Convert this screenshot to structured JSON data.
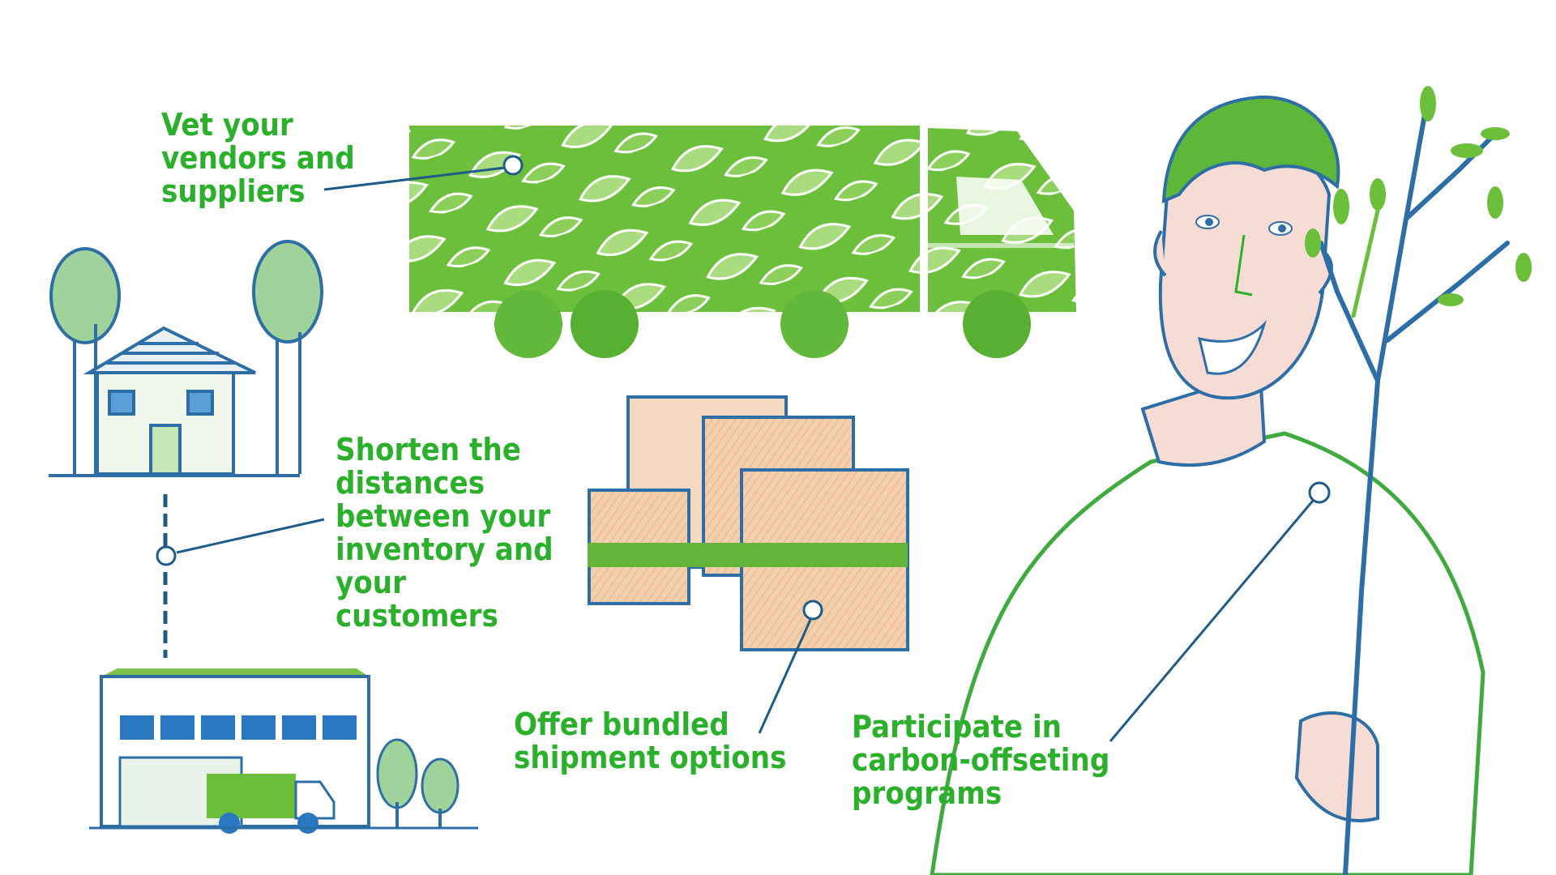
{
  "labels": {
    "vet_vendors": [
      "Vet your",
      "vendors and",
      "suppliers"
    ],
    "shorten_distances": [
      "Shorten the",
      "distances",
      "between your",
      "inventory and",
      "your",
      "customers"
    ],
    "bundled_shipment": [
      "Offer bundled",
      "shipment options"
    ],
    "carbon_offsetting": [
      "Participate in",
      "carbon-offseting",
      "programs"
    ]
  },
  "colors": {
    "accent_green": "#2bb02b",
    "leaf_green": "#6cbf3a",
    "line_blue": "#2e6ea6",
    "box_tan": "#f0c8a4",
    "skin": "#f6dcd4"
  },
  "icons": [
    "delivery-truck-icon",
    "house-icon",
    "warehouse-icon",
    "boxes-icon",
    "person-icon",
    "sapling-icon"
  ]
}
